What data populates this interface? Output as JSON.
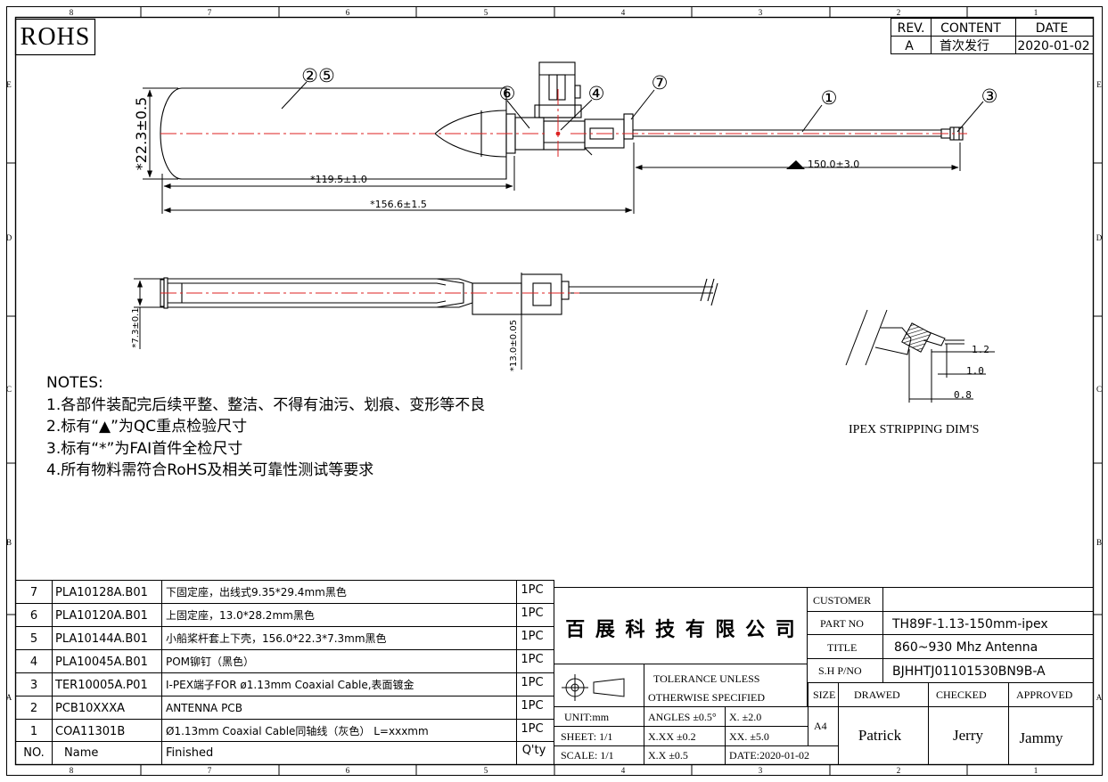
{
  "border_zones": {
    "columns": [
      "8",
      "7",
      "6",
      "5",
      "4",
      "3",
      "2",
      "1"
    ],
    "rows": [
      "E",
      "D",
      "C",
      "B",
      "A"
    ]
  },
  "rohs_mark": "ROHS",
  "revision": {
    "headers": [
      "REV.",
      "CONTENT",
      "DATE"
    ],
    "row": [
      "A",
      "首次发行",
      "2020-01-02"
    ]
  },
  "dimensions": {
    "width": "*22.3±0.5",
    "pcb_length": "*119.5±1.0",
    "overall_length": "*156.6±1.5",
    "cable_length": "150.0±3.0",
    "thickness": "*7.3±0.1",
    "housing_dia": "*13.0±0.05"
  },
  "balloons": [
    "②⑤",
    "⑥",
    "④",
    "⑦",
    "①",
    "③"
  ],
  "stripping": {
    "dims": [
      "1.2",
      "1.0",
      "0.8"
    ],
    "caption": "IPEX STRIPPING DIM'S"
  },
  "notes": {
    "title": "NOTES:",
    "items": [
      "1.各部件装配完后续平整、整洁、不得有油污、划痕、变形等不良",
      "2.标有“▲”为QC重点检验尺寸",
      "3.标有“*”为FAI首件全检尺寸",
      "4.所有物料需符合RoHS及相关可靠性测试等要求"
    ]
  },
  "bom": {
    "header": [
      "NO.",
      "Name",
      "Finished",
      "Q'ty"
    ],
    "rows": [
      [
        "7",
        "PLA10128A.B01",
        "下固定座，出线式9.35*29.4mm黑色",
        "1PC"
      ],
      [
        "6",
        "PLA10120A.B01",
        "上固定座，13.0*28.2mm黑色",
        "1PC"
      ],
      [
        "5",
        "PLA10144A.B01",
        "小船桨杆套上下壳，156.0*22.3*7.3mm黑色",
        "1PC"
      ],
      [
        "4",
        "PLA10045A.B01",
        "POM铆钉（黑色）",
        "1PC"
      ],
      [
        "3",
        "TER10005A.P01",
        "I-PEX端子FOR ø1.13mm Coaxial Cable,表面镀金",
        "1PC"
      ],
      [
        "2",
        "PCB10XXXA",
        "ANTENNA PCB",
        "1PC"
      ],
      [
        "1",
        "COA11301B",
        "Ø1.13mm Coaxial Cable同轴线（灰色） L=xxxmm",
        "1PC"
      ]
    ]
  },
  "title_block": {
    "company": "百 展 科 技 有 限 公 司",
    "customer_label": "CUSTOMER",
    "customer_value": "",
    "part_no_label": "PART NO",
    "part_no": "TH89F-1.13-150mm-ipex",
    "title_label": "TITLE",
    "title": "860~930 Mhz Antenna",
    "shpn_label": "S.H P/NO",
    "shpn": "BJHHTJ01101530BN9B-A",
    "tolerance": [
      "TOLERANCE UNLESS",
      "OTHERWISE SPECIFIED"
    ],
    "unit": "UNIT:mm",
    "sheet": "SHEET:  1/1",
    "scale": "SCALE:  1/1",
    "angles": "ANGLES   ±0.5°",
    "xxx": "X.XX   ±0.2",
    "xx": "X.X    ±0.5",
    "tol_x": "X.      ±2.0",
    "tol_xx": "XX.     ±5.0",
    "date": "DATE:2020-01-02",
    "size_label": "SIZE",
    "size": "A4",
    "drawed_label": "DRAWED",
    "checked_label": "CHECKED",
    "approved_label": "APPROVED",
    "drawed": "Patrick",
    "checked": "Jerry",
    "approved": "Jammy"
  }
}
